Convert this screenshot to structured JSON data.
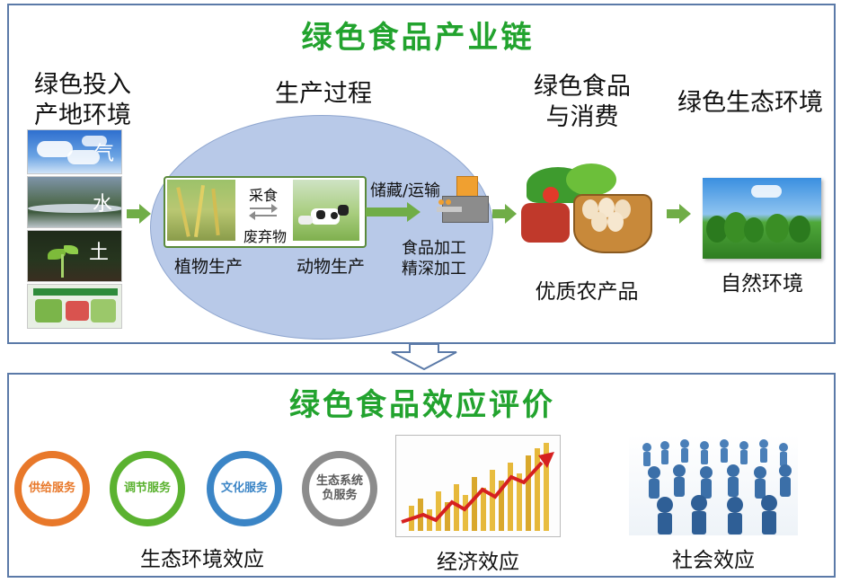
{
  "chain": {
    "title": "绿色食品产业链",
    "input_header": "绿色投入\n产地环境",
    "env_chars": [
      "气",
      "水",
      "土"
    ],
    "process_header": "生产过程",
    "plant_label": "植物生产",
    "animal_label": "动物生产",
    "feed_label": "采食",
    "waste_label": "废弃物",
    "storage_label": "储藏/运输",
    "processing_labels": [
      "食品加工",
      "精深加工"
    ],
    "consume_header": "绿色食品\n与消费",
    "produce_label": "优质农产品",
    "eco_header": "绿色生态环境",
    "nature_label": "自然环境"
  },
  "evaluation": {
    "title": "绿色食品效应评价",
    "services": [
      {
        "label": "供给服务",
        "color": "#e8782a"
      },
      {
        "label": "调节服务",
        "color": "#5bb230"
      },
      {
        "label": "文化服务",
        "color": "#3b85c6"
      },
      {
        "label": "生态系统负服务",
        "color": "#8c8c8c"
      }
    ],
    "eco_effect_label": "生态环境效应",
    "econ_effect_label": "经济效应",
    "social_effect_label": "社会效应"
  },
  "colors": {
    "title_green": "#22a32e",
    "frame_blue": "#5b7aa8",
    "ellipse_fill": "#b8c9e8",
    "arrow_green": "#70ad47"
  }
}
